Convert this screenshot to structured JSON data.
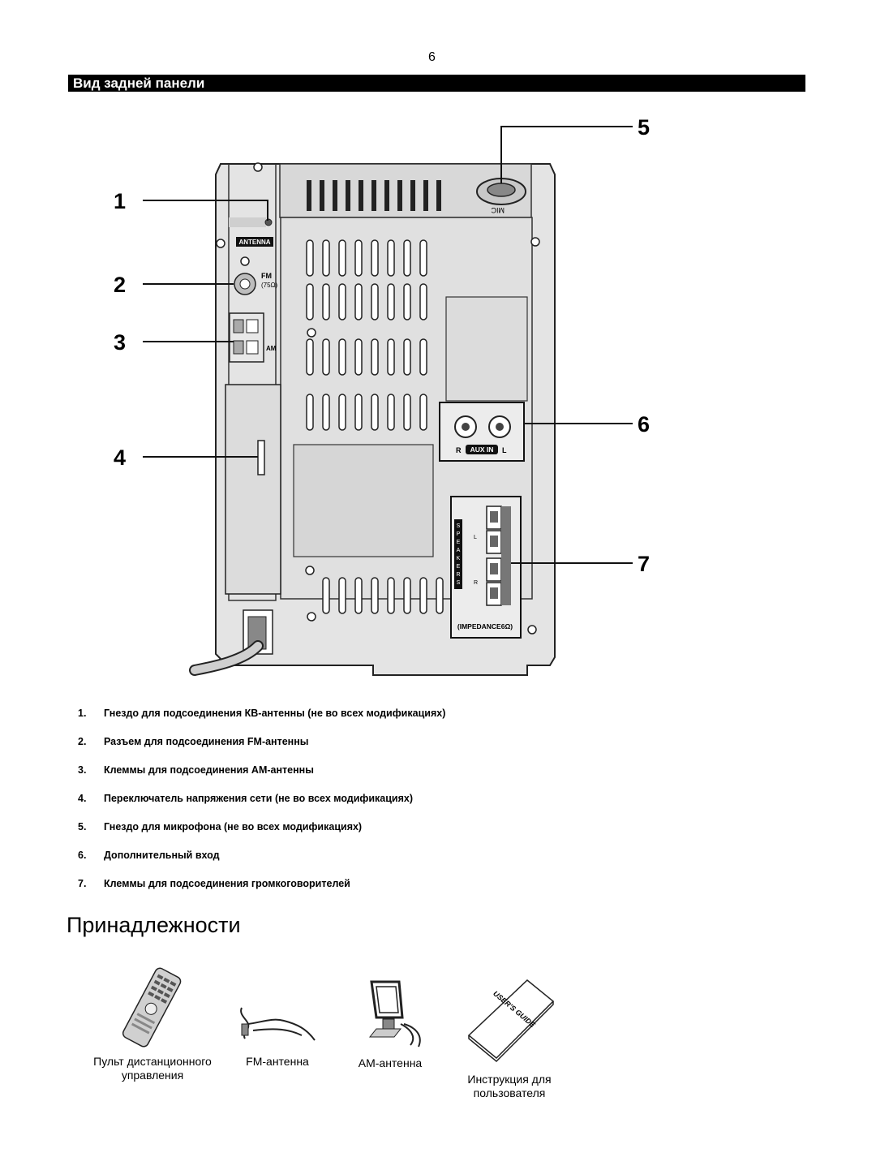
{
  "page_number": "6",
  "section": {
    "title": "Вид задней панели"
  },
  "diagram": {
    "callouts": [
      "1",
      "2",
      "3",
      "4",
      "5",
      "6",
      "7"
    ],
    "panel_labels": {
      "antenna": "ANTENNA",
      "fm": "FM",
      "fm_ohm": "(75Ω)",
      "am": "AM",
      "mic": "MIC",
      "aux_r": "R",
      "aux_in": "AUX IN",
      "aux_l": "L",
      "speakers_letters": [
        "S",
        "P",
        "E",
        "A",
        "K",
        "E",
        "R",
        "S"
      ],
      "spk_l": "L",
      "spk_r": "R",
      "impedance": "(IMPEDANCE6Ω)"
    }
  },
  "legend": [
    {
      "num": "1.",
      "text": "Гнездо для подсоединения КВ-антенны (не во всех модификациях)"
    },
    {
      "num": "2.",
      "text": "Разъем для подсоединения FM-антенны"
    },
    {
      "num": "3.",
      "text": "Клеммы для подсоединения АМ-антенны"
    },
    {
      "num": "4.",
      "text": "Переключатель напряжения сети (не во всех модификациях)"
    },
    {
      "num": "5.",
      "text": "Гнездо для микрофона (не во всех модификациях)"
    },
    {
      "num": "6.",
      "text": "Дополнительный вход"
    },
    {
      "num": "7.",
      "text": "Клеммы для подсоединения громкоговорителей"
    }
  ],
  "accessories": {
    "title": "Принадлежности",
    "items": [
      {
        "line1": "Пульт дистанционного",
        "line2": "управления",
        "icon": "remote-control-icon"
      },
      {
        "line1": "FM-антенна",
        "line2": "",
        "icon": "fm-antenna-icon"
      },
      {
        "line1": "АМ-антенна",
        "line2": "",
        "icon": "am-antenna-icon"
      },
      {
        "line1": "Инструкция для",
        "line2": "пользователя",
        "icon": "user-guide-icon"
      }
    ],
    "guide_cover_text": "USER'S GUIDE"
  }
}
